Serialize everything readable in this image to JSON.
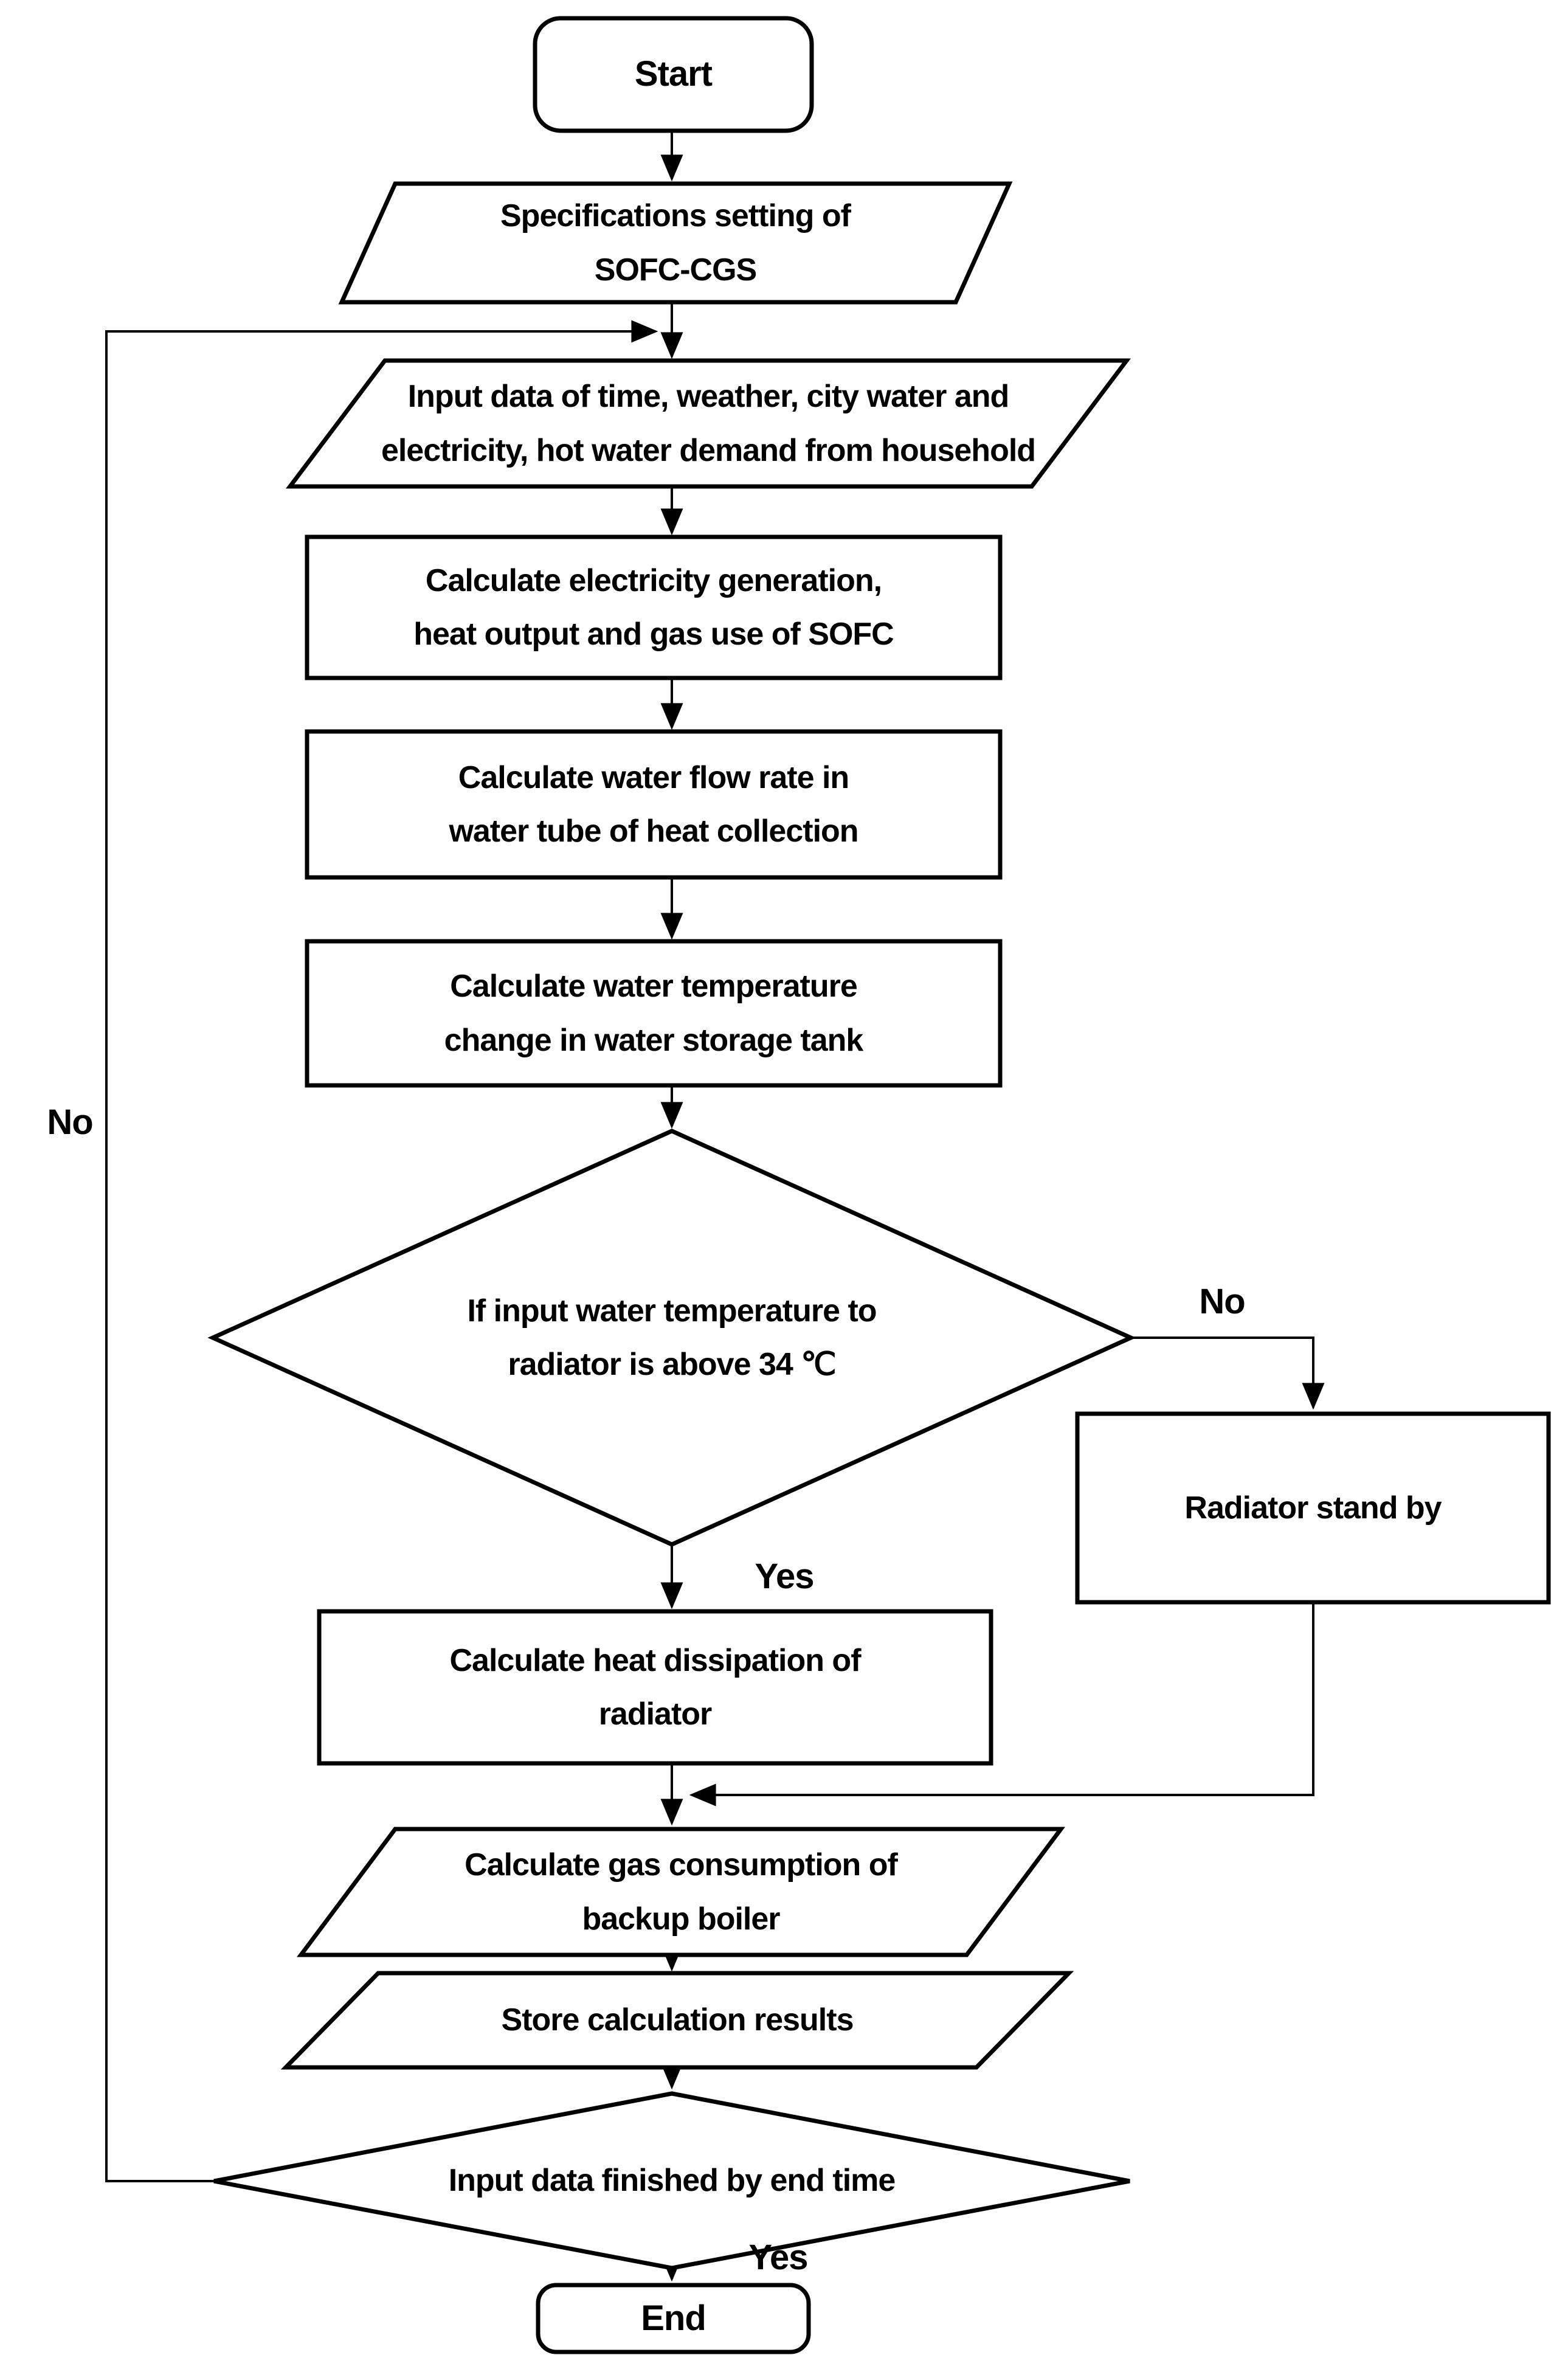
{
  "diagram": {
    "title": "SOFC-CGS calculation procedure flowchart",
    "colors": {
      "stroke": "#000000",
      "fill": "#ffffff",
      "text": "#000000"
    },
    "nodes": {
      "start": {
        "type": "terminator",
        "label": "Start"
      },
      "specs": {
        "type": "io",
        "label": "Specifications setting of\nSOFC-CGS"
      },
      "input_data": {
        "type": "io",
        "label": "Input  data of time, weather, city water and\nelectricity, hot water demand from household"
      },
      "calc_electricity": {
        "type": "process",
        "label": "Calculate electricity generation,\nheat output and gas use of SOFC"
      },
      "calc_flow": {
        "type": "process",
        "label": "Calculate water flow rate in\nwater tube of heat collection"
      },
      "calc_temp": {
        "type": "process",
        "label": "Calculate water temperature\nchange in water storage tank"
      },
      "decision_temp": {
        "type": "decision",
        "label": "If input water temperature to\nradiator is above 34 ℃"
      },
      "radiator_standby": {
        "type": "process",
        "label": "Radiator stand by"
      },
      "calc_dissipation": {
        "type": "process",
        "label": "Calculate heat dissipation of\nradiator"
      },
      "calc_gas": {
        "type": "io",
        "label": "Calculate gas consumption of\nbackup boiler"
      },
      "store_results": {
        "type": "io",
        "label": "Store calculation results"
      },
      "decision_end": {
        "type": "decision",
        "label": "Input data finished by end time"
      },
      "end": {
        "type": "terminator",
        "label": "End"
      }
    },
    "edge_labels": {
      "yes_radiator": "Yes",
      "no_radiator": "No",
      "no_loop": "No",
      "yes_end": "Yes"
    }
  }
}
